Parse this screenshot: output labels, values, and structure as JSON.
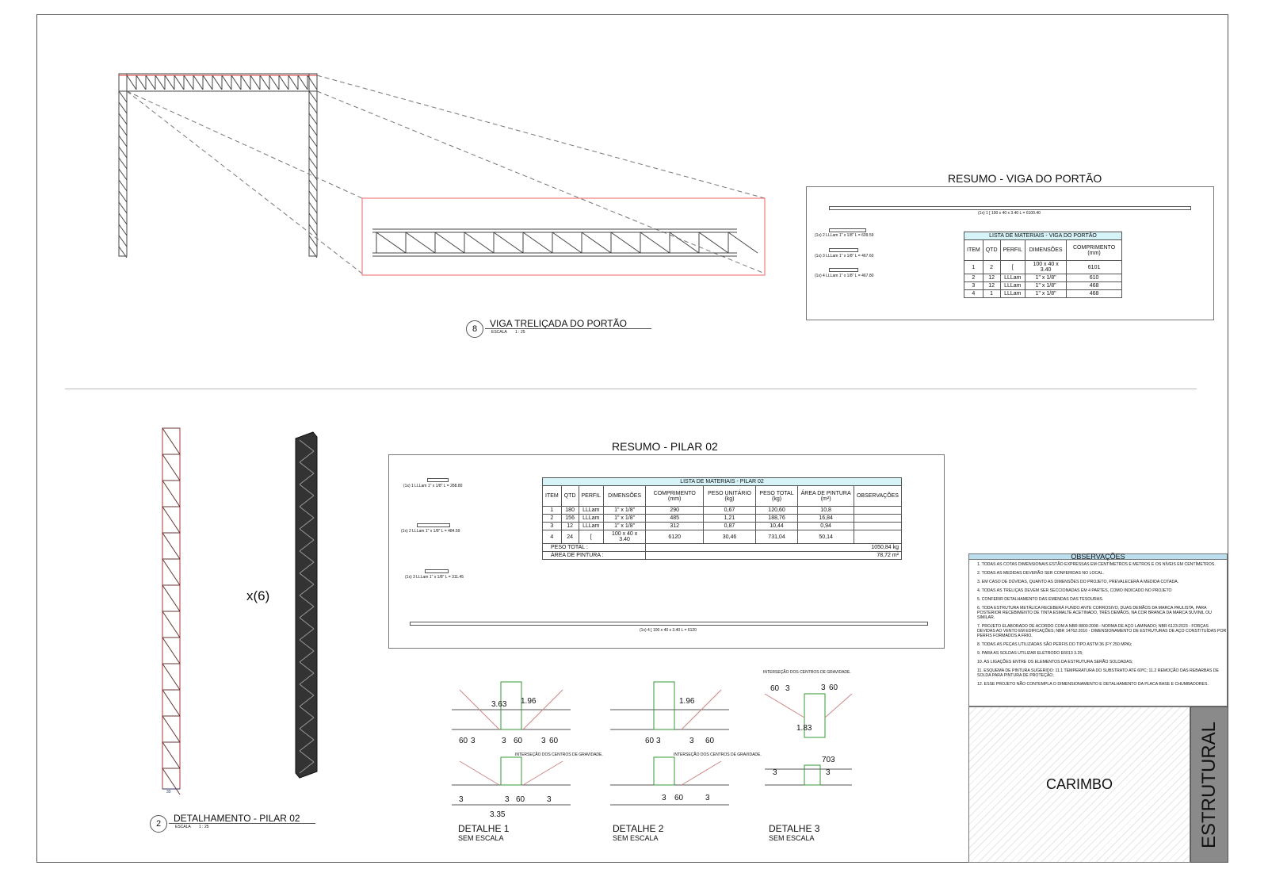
{
  "viga": {
    "view_number": "8",
    "view_title": "VIGA TRELIÇADA DO PORTÃO",
    "scale_label": "ESCALA",
    "scale": "1 : 25",
    "summary_title": "RESUMO - VIGA DO PORTÃO",
    "main_bar": "(1x) 1 [ 100 x 40 x 3.40 L = 6100.40",
    "pieces": [
      "(1x) 2 LLLam 1\" x 1/8\" L = 609.59",
      "(1x) 3 LLLam 1\" x 1/8\" L = 467.60",
      "(1x) 4 LLLam 1\" x 1/8\" L = 467.80"
    ],
    "table": {
      "title": "LISTA DE MATERIAIS - VIGA DO PORTÃO",
      "headers": [
        "ITEM",
        "QTD",
        "PERFIL",
        "DIMENSÕES",
        "COMPRIMENTO (mm)"
      ],
      "rows": [
        [
          "1",
          "2",
          "[",
          "100 x 40 x 3.40",
          "6101"
        ],
        [
          "2",
          "12",
          "LLLam",
          "1\" x 1/8\"",
          "610"
        ],
        [
          "3",
          "12",
          "LLLam",
          "1\" x 1/8\"",
          "468"
        ],
        [
          "4",
          "1",
          "LLLam",
          "1\" x 1/8\"",
          "468"
        ]
      ]
    }
  },
  "pilar": {
    "view_number": "2",
    "view_title": "DETALHAMENTO - PILAR 02",
    "scale_label": "ESCALA",
    "scale": "1 : 25",
    "multiplier": "x(6)",
    "bottom_dim": "30",
    "summary_title": "RESUMO - PILAR 02",
    "pieces": [
      "(1x) 1 LLLam 1\" x 1/8\" L = 288.80",
      "(1x) 2 LLLam 1\" x 1/8\" L = 484.59",
      "(1x) 3 LLLam 1\" x 1/8\" L = 311.45"
    ],
    "main_bar": "(1x) 4 [ 100 x 40 x 3.40 L = 6120",
    "table": {
      "title": "LISTA DE MATERIAIS - PILAR 02",
      "headers": [
        "ITEM",
        "QTD",
        "PERFIL",
        "DIMENSÕES",
        "COMPRIMENTO (mm)",
        "PESO UNITÁRIO (kg)",
        "PESO TOTAL (kg)",
        "ÁREA DE PINTURA (m²)",
        "OBSERVAÇÕES"
      ],
      "rows": [
        [
          "1",
          "180",
          "LLLam",
          "1\" x 1/8\"",
          "290",
          "0,67",
          "120,60",
          "10,8",
          ""
        ],
        [
          "2",
          "156",
          "LLLam",
          "1\" x 1/8\"",
          "485",
          "1,21",
          "188,76",
          "16,84",
          ""
        ],
        [
          "3",
          "12",
          "LLLam",
          "1\" x 1/8\"",
          "312",
          "0,87",
          "10,44",
          "0,94",
          ""
        ],
        [
          "4",
          "24",
          "[",
          "100 x 40 x 3.40",
          "6120",
          "30,46",
          "731,04",
          "50,14",
          ""
        ]
      ],
      "total_weight_label": "PESO TOTAL :",
      "total_weight": "1050,84 kg",
      "paint_area_label": "ÁREA DE PINTURA :",
      "paint_area": "78,72  m²"
    }
  },
  "details": [
    {
      "title": "DETALHE 1",
      "subtitle": "SEM ESCALA",
      "note": "INTERSEÇÃO DOS CENTROS DE GRAVIDADE.",
      "dims": [
        "3.63",
        "1.96",
        "60",
        "3",
        "3",
        "60",
        "3",
        "60",
        "3",
        "3",
        "60",
        "3",
        "3.35"
      ]
    },
    {
      "title": "DETALHE 2",
      "subtitle": "SEM ESCALA",
      "note": "INTERSEÇÃO DOS CENTROS DE GRAVIDADE.",
      "dims": [
        "1.96",
        "60",
        "3",
        "3",
        "60",
        "3",
        "60",
        "3"
      ]
    },
    {
      "title": "DETALHE 3",
      "subtitle": "SEM ESCALA",
      "note": "INTERSEÇÃO DOS CENTROS DE GRAVIDADE.",
      "dims": [
        "60",
        "3",
        "3",
        "60",
        "1.83",
        "3",
        "70",
        "3",
        "3"
      ]
    }
  ],
  "observacoes": {
    "title": "OBSERVAÇÕES",
    "items": [
      "1. TODAS AS COTAS DIMENSIONAIS ESTÃO EXPRESSAS EM CENTÍMETROS E METROS E OS NÍVEIS EM CENTÍMETROS.",
      "2. TODAS AS MEDIDAS DEVERÃO SER CONFERIDAS NO LOCAL.",
      "3. EM CASO DE DÚVIDAS, QUANTO AS DIMENSÕES DO PROJETO, PREVALECERÁ A MEDIDA COTADA.",
      "4. TODAS AS TRELIÇAS DEVEM SER SECCIONADAS EM 4 PARTES, COMO INDICADO NO PROJETO",
      "5. CONFERIR DETALHAMENTO DAS EMENDAS DAS TESOURAS.",
      "6. TODA ESTRUTURA METÁLICA RECEBERÁ FUNDO ANTE CORROSIVO, DUAS DEMÃOS DA MARCA PAULISTA, PARA POSTERIOR RECEBIMENTO DE TINTA ESMALTE ACETINADO, TRÊS DEMÃOS, NA COR BRANCA DA MARCA SUVINIL OU SIMILAR.",
      "7. PROJETO ELABORADO DE ACORDO COM A NBR 8800:2008 - NORMA DE AÇO LAMINADO; NBR 6123:2023 - FORÇAS DEVIDAS AO VENTO EM EDIFICAÇÕES; NBR 14762:2010 - DIMENSIONAMENTO DE ESTRUTURAS DE AÇO CONSTITUÍDAS POR PERFIS FORMADOS A FRIO.",
      "8. TODAS AS PEÇAS UTILIZADAS SÃO PERFIS DO TIPO ASTM 36 (FY 250 MPA);",
      "9. PARA AS SOLDAS UTILIZAR ELETRODO E6013 3.25;",
      "10. AS LIGAÇÕES ENTRE OS ELEMENTOS DA ESTRUTURA SERÃO SOLDADAS;",
      "11. ESQUEMA DE PINTURA SUGERIDO: 11.1 TEMPERATURA DO SUBSTRATO ATÉ 60ºC; 11.2 REMOÇÃO DAS REBARBAS DE SOLDA PARA PINTURA DE PROTEÇÃO;",
      "12. ESSE PROJETO NÃO CONTEMPLA O DIMENSIONAMENTO E DETALHAMENTO DA PLACA BASE E CHUMBADORES."
    ]
  },
  "stamp": {
    "label": "CARIMBO",
    "discipline": "ESTRUTURAL"
  }
}
